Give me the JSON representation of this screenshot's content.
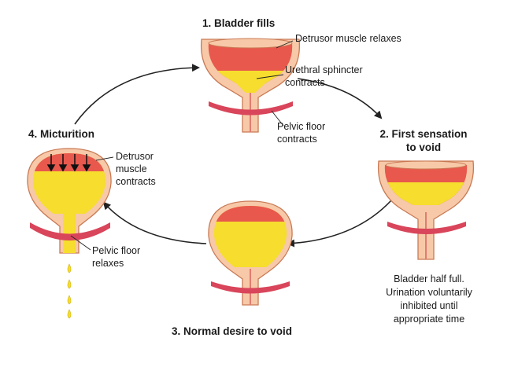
{
  "stages": [
    {
      "title": "1. Bladder fills",
      "labels": {
        "detrusor": "Detrusor muscle relaxes",
        "sphincter_l1": "Urethral sphincter",
        "sphincter_l2": "contracts",
        "pelvic_l1": "Pelvic floor",
        "pelvic_l2": "contracts"
      }
    },
    {
      "title_l1": "2. First sensation",
      "title_l2": "to void",
      "note": [
        "Bladder half full.",
        "Urination voluntarily",
        "inhibited until",
        "appropriate time"
      ]
    },
    {
      "title": "3. Normal desire to void"
    },
    {
      "title": "4. Micturition",
      "labels": {
        "detrusor_l1": "Detrusor",
        "detrusor_l2": "muscle",
        "detrusor_l3": "contracts",
        "pelvic_l1": "Pelvic floor",
        "pelvic_l2": "relaxes"
      }
    }
  ],
  "colors": {
    "wall": "#f7c9a8",
    "outline": "#c97a55",
    "muscle": "#e8584d",
    "urine": "#f6dd2e",
    "pelvic": "#d9455a",
    "arrow": "#222222"
  }
}
